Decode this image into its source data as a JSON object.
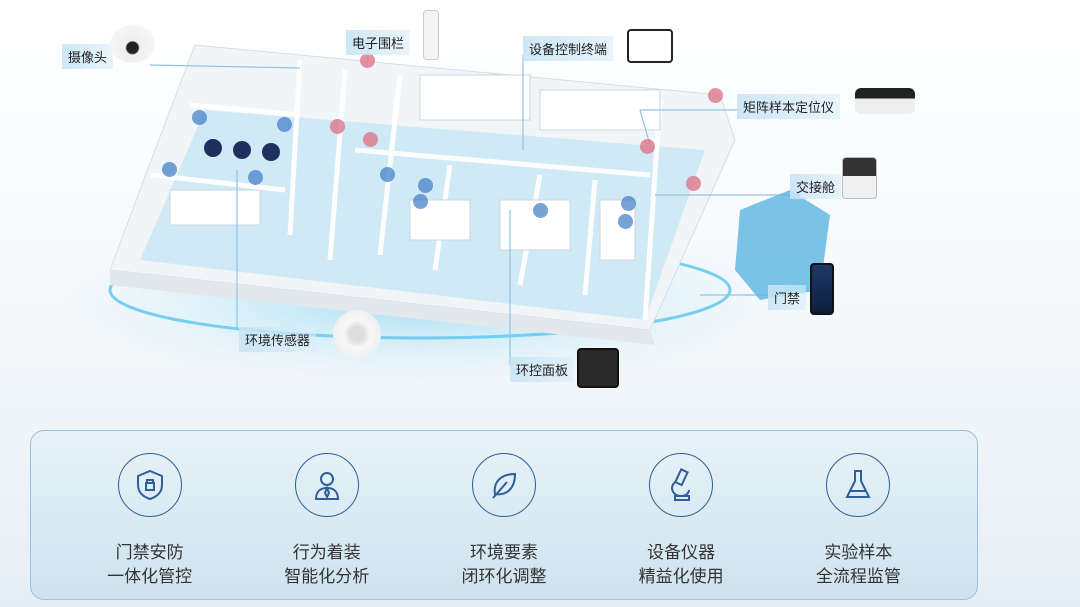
{
  "labels": {
    "camera": "摄像头",
    "fence": "电子围栏",
    "terminal": "设备控制终端",
    "locator": "矩阵样本定位仪",
    "hatch": "交接舱",
    "door": "门禁",
    "sensor": "环境传感器",
    "panel": "环控面板"
  },
  "features": [
    {
      "icon": "shield-lock-icon",
      "line1": "门禁安防",
      "line2": "一体化管控"
    },
    {
      "icon": "person-icon",
      "line1": "行为着装",
      "line2": "智能化分析"
    },
    {
      "icon": "leaf-icon",
      "line1": "环境要素",
      "line2": "闭环化调整"
    },
    {
      "icon": "microscope-icon",
      "line1": "设备仪器",
      "line2": "精益化使用"
    },
    {
      "icon": "flask-icon",
      "line1": "实验样本",
      "line2": "全流程监管"
    }
  ],
  "colors": {
    "accent": "#2e5f9a",
    "red_marker": "#dc6e82",
    "blue_marker": "#4682c8"
  }
}
